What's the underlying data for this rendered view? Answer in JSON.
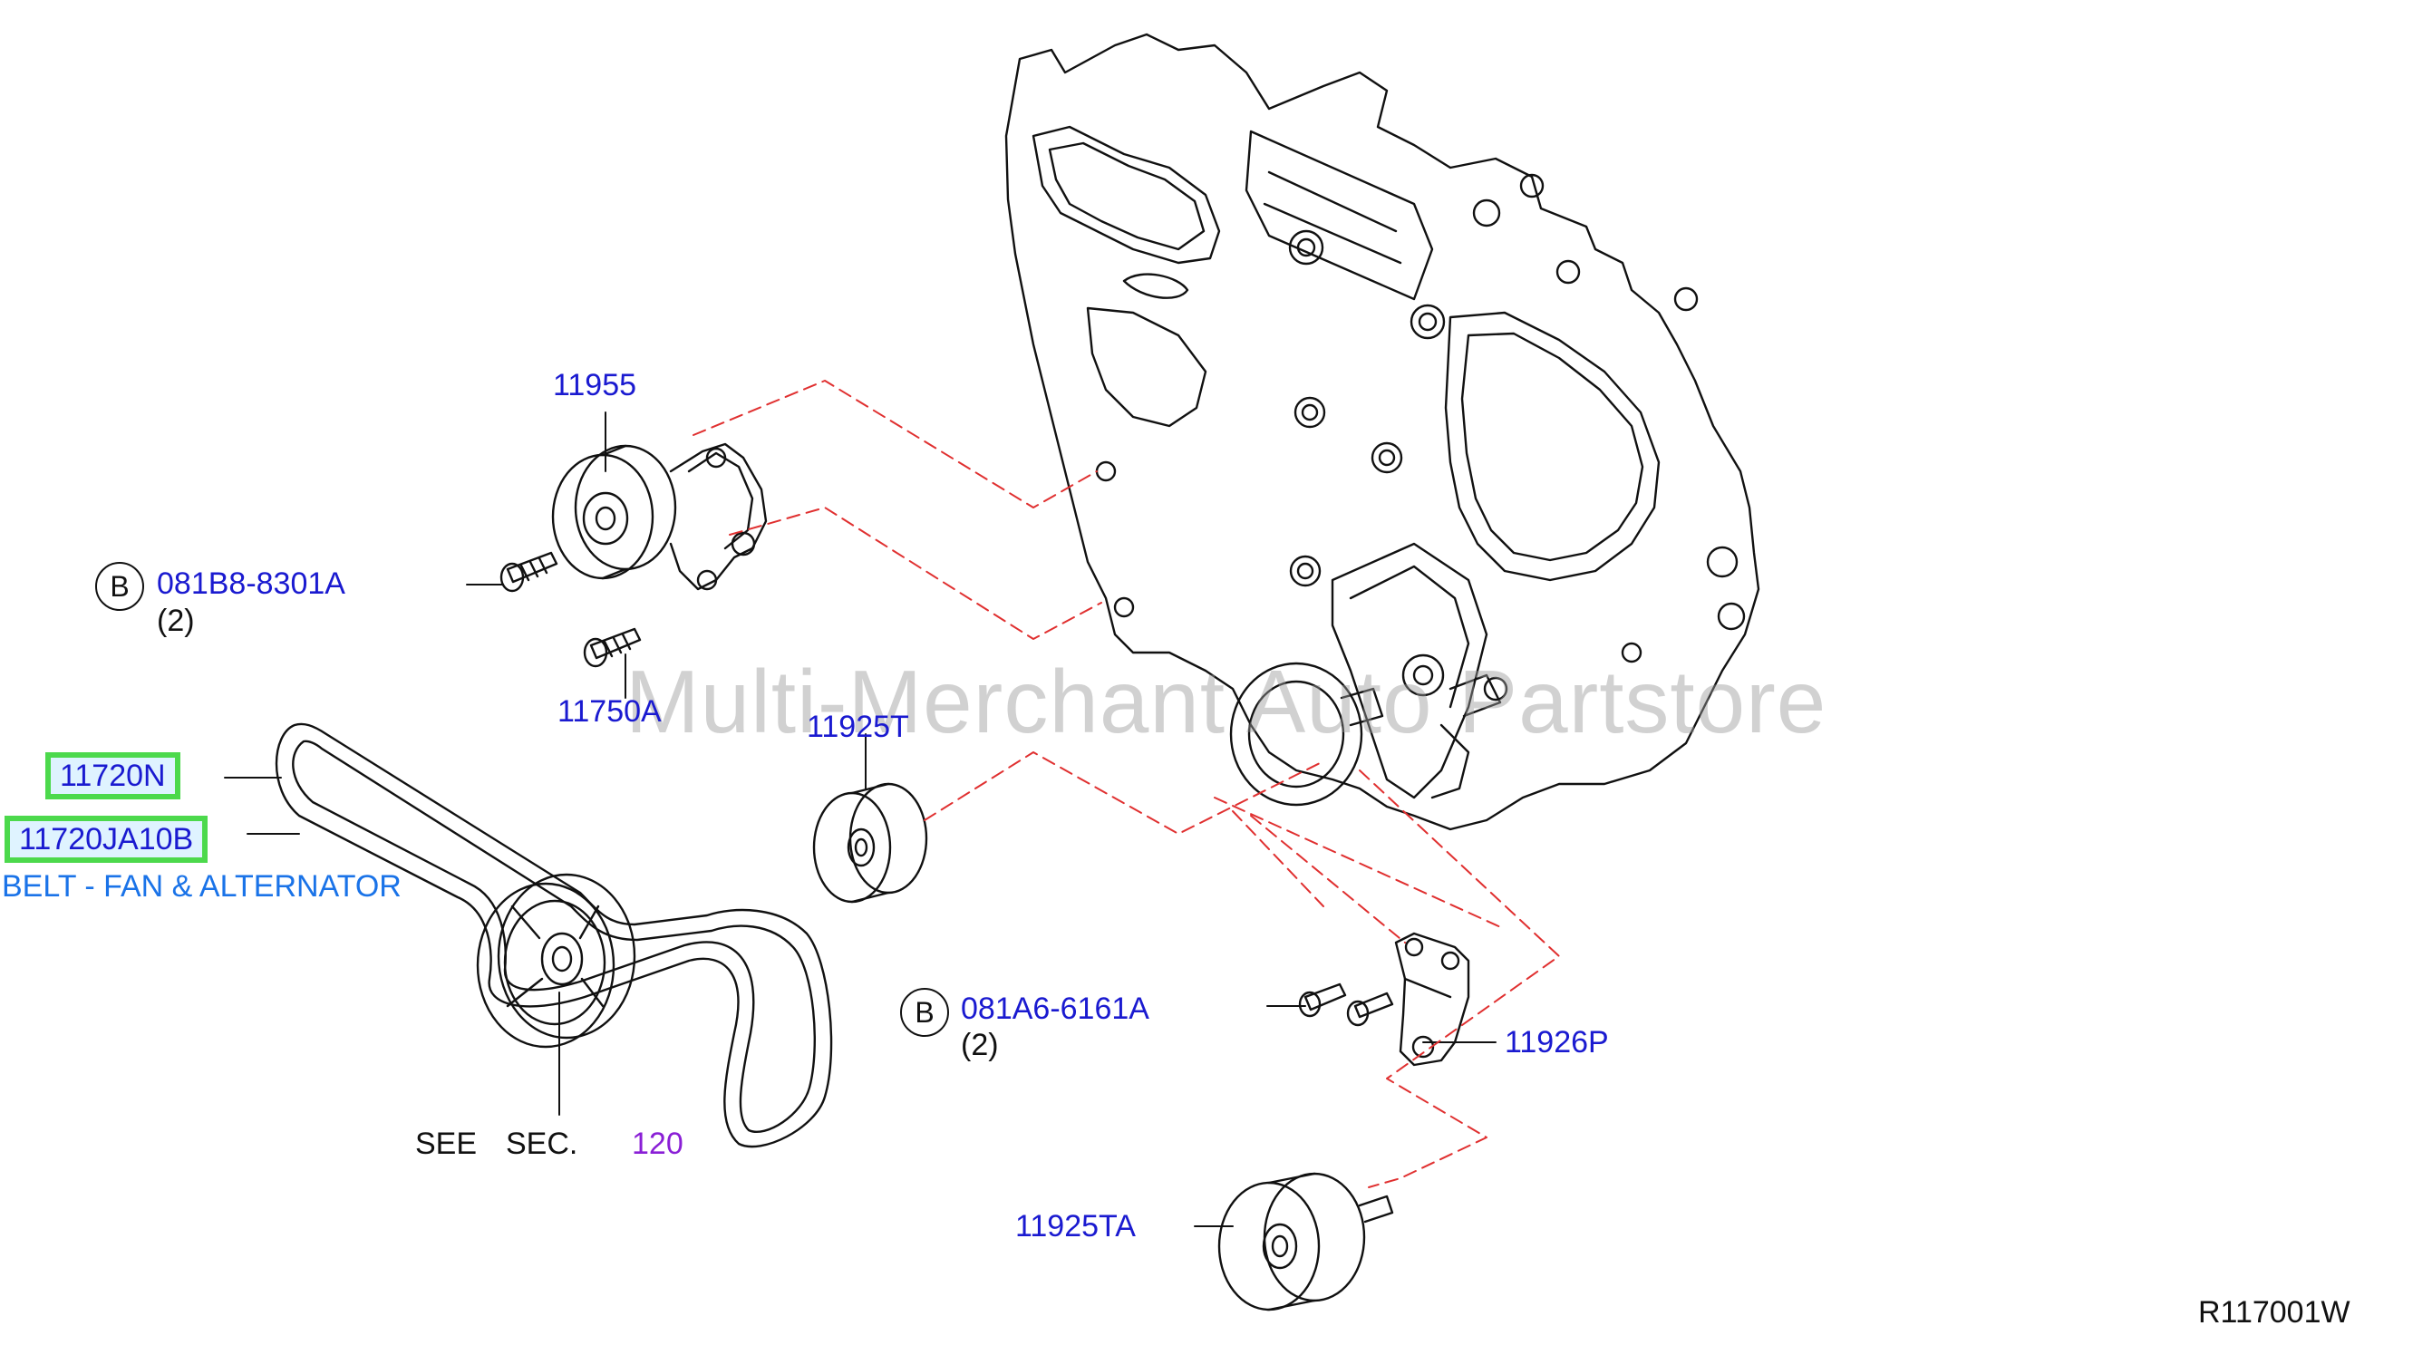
{
  "watermark": "Multi-Merchant Auto Partstore",
  "diagram_code": "R117001W",
  "callouts": {
    "p11955": "11955",
    "bolt1_symbol": "B",
    "bolt1_code": "081B8-8301A",
    "bolt1_qty": "(2)",
    "p11750A": "11750A",
    "p11925T": "11925T",
    "belt_part1": "11720N",
    "belt_part2": "11720JA10B",
    "belt_desc": "BELT - FAN & ALTERNATOR",
    "bolt2_symbol": "B",
    "bolt2_code": "081A6-6161A",
    "bolt2_qty": "(2)",
    "p11926P": "11926P",
    "see": "SEE",
    "sec": "SEC.",
    "sec_num": "120",
    "p11925TA": "11925TA"
  },
  "colors": {
    "line": "#111111",
    "leader_dash": "#e03030",
    "callout_blue": "#1a1ad0",
    "highlight_border": "#4cd94c",
    "highlight_fill": "#dff3ff",
    "sec_purple": "#8a1fd6",
    "desc_blue": "#1a73e8"
  }
}
